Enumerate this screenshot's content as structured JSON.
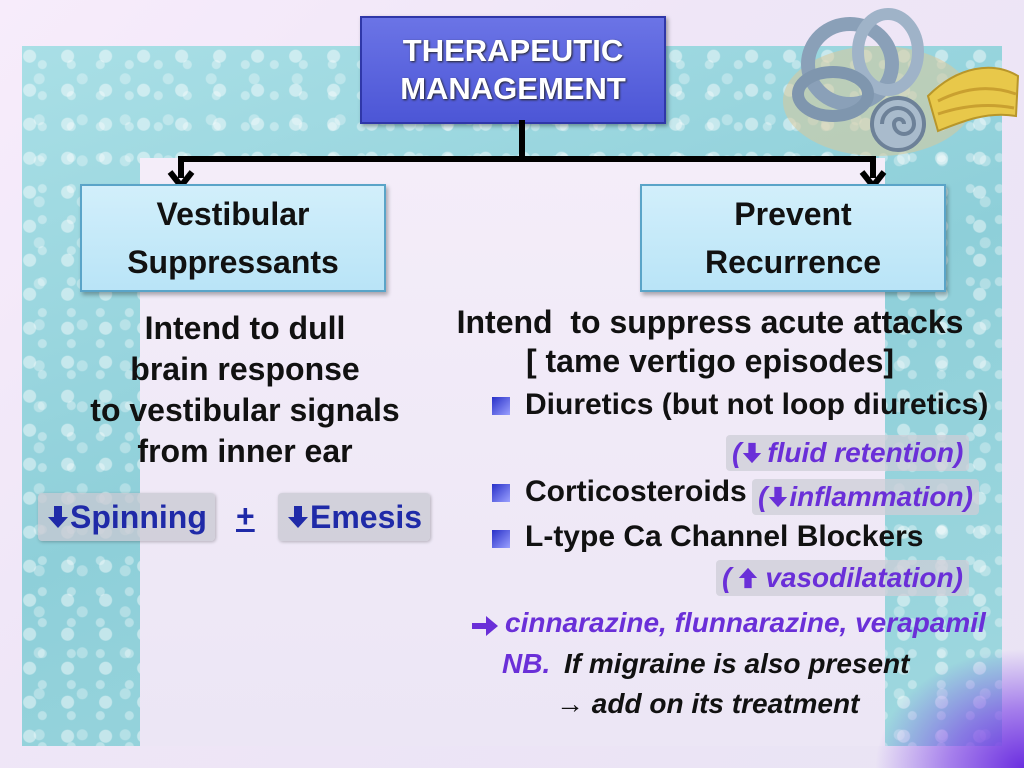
{
  "title": {
    "line1": "THERAPEUTIC",
    "line2": "MANAGEMENT"
  },
  "left": {
    "heading_line1": "Vestibular",
    "heading_line2": "Suppressants",
    "desc_line1": "Intend to dull",
    "desc_line2": "brain response",
    "desc_line3": "to vestibular signals",
    "desc_line4": "from inner ear",
    "tag1": "Spinning",
    "plus": "+",
    "tag2": "Emesis"
  },
  "right": {
    "heading_line1": "Prevent",
    "heading_line2": "Recurrence",
    "intro_line1": "Intend  to suppress acute attacks",
    "intro_line2": "[ tame vertigo episodes]",
    "item1": "Diuretics (but not loop diuretics)",
    "item1_note_open": "(",
    "item1_note": "fluid retention)",
    "item2": "Corticosteroids",
    "item2_note_open": "(",
    "item2_note": "inflammation)",
    "item3": "L-type Ca Channel Blockers",
    "item3_note_open": "(",
    "item3_note": "vasodilatation)",
    "drugs": "cinnarazine, flunnarazine, verapamil",
    "nb_label": "NB.",
    "nb_text": "If migraine is also present",
    "nb_text2": "→ add on its treatment"
  },
  "icons": [
    "down-arrow-icon",
    "up-arrow-icon",
    "right-arrow-icon",
    "inner-ear-image"
  ],
  "colors": {
    "title_bg": "#4c56d6",
    "box_bg": "#c4e8f8",
    "tag_text": "#1f2aa8",
    "note_text": "#6a2fd8"
  }
}
